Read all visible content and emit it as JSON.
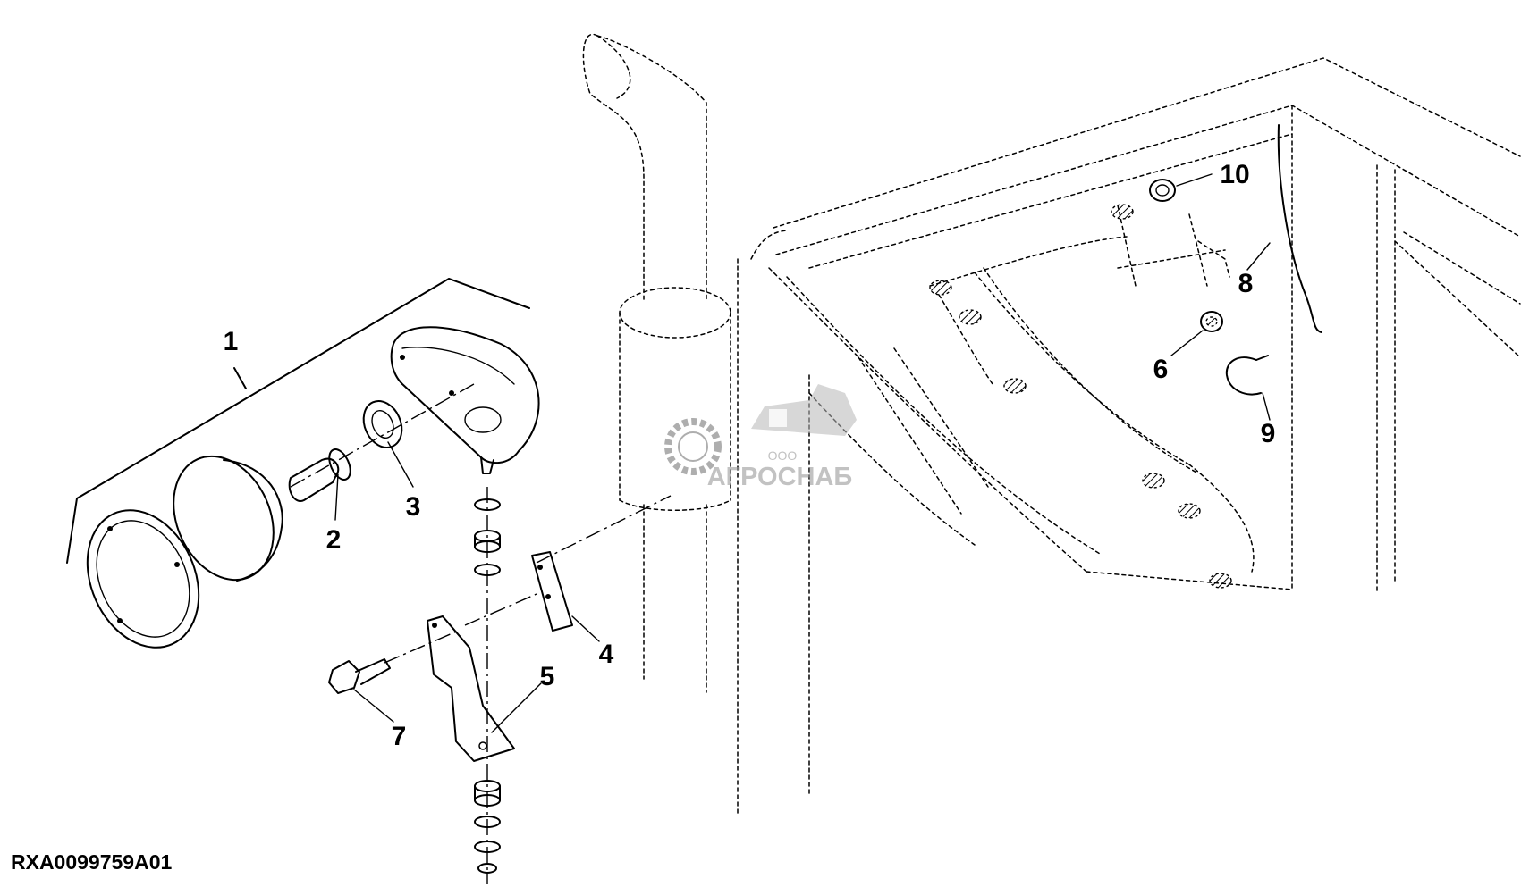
{
  "figure_id": "RXA0099759A01",
  "callouts": [
    "1",
    "2",
    "3",
    "4",
    "5",
    "6",
    "7",
    "8",
    "9",
    "10"
  ],
  "watermark": {
    "company_form": "ООО",
    "company_name": "АГРОСНАБ",
    "color": "#9a9a9a"
  }
}
